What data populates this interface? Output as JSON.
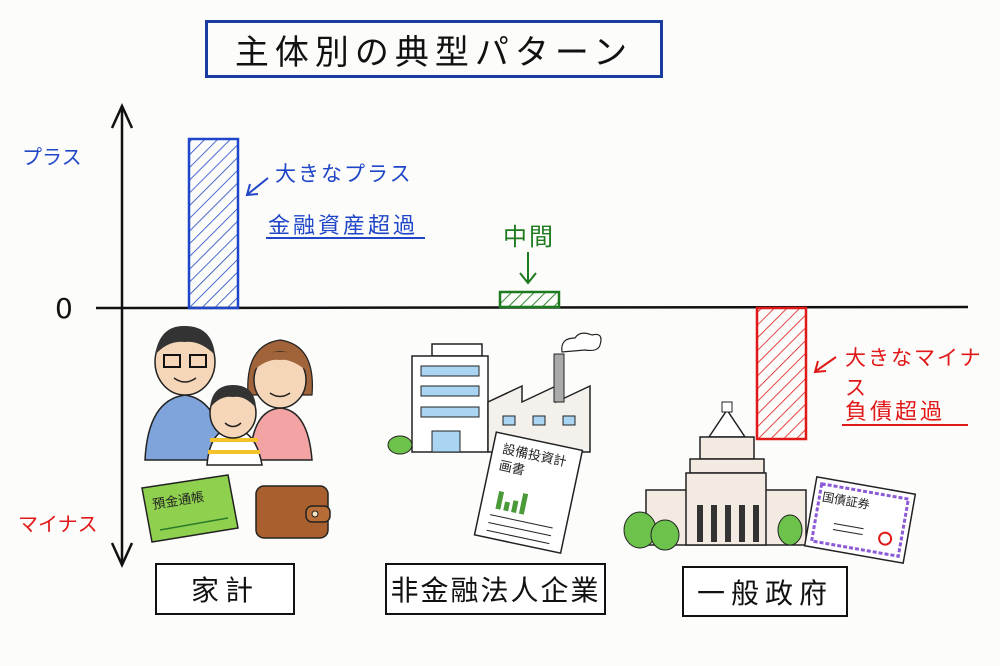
{
  "title": "主体別の典型パターン",
  "axis": {
    "plus_label": "プラス",
    "minus_label": "マイナス",
    "zero_label": "0"
  },
  "annotations": {
    "household_note": "大きなプラス",
    "household_sub": "金融資産超過",
    "corporate_note": "中間",
    "government_note": "大きなマイナス",
    "government_sub": "負債超過"
  },
  "categories": [
    {
      "label": "家計",
      "illustration": "family-with-passbook-and-wallet",
      "items": [
        "預金通帳"
      ]
    },
    {
      "label": "非金融法人企業",
      "illustration": "office-building-and-factory",
      "items": [
        "設備投資計画書"
      ]
    },
    {
      "label": "一般政府",
      "illustration": "national-diet-building",
      "items": [
        "国債証券"
      ]
    }
  ],
  "colors": {
    "positive": "#1f46c8",
    "neutral": "#1e7a1e",
    "negative": "#e01818",
    "title_border": "#1a3c9e"
  },
  "chart_data": {
    "type": "bar",
    "title": "主体別の典型パターン",
    "categories": [
      "家計",
      "非金融法人企業",
      "一般政府"
    ],
    "values": [
      170,
      15,
      -131
    ],
    "value_semantics": [
      "大きなプラス (金融資産超過)",
      "中間",
      "大きなマイナス (負債超過)"
    ],
    "xlabel": "",
    "ylabel": "",
    "ytick_labels": [
      "プラス",
      "0",
      "マイナス"
    ],
    "units": "relative (qualitative, no numeric scale)",
    "grid": false,
    "legend": null
  }
}
